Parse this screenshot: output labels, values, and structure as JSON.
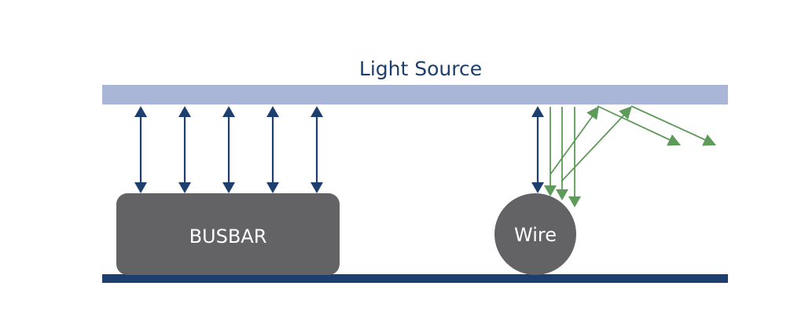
{
  "diagram": {
    "title": "Light Source",
    "labels": {
      "busbar": "BUSBAR",
      "wire": "Wire"
    },
    "colors": {
      "light_source": "#aab6d8",
      "substrate": "#1c3f6f",
      "object": "#636366",
      "direct_reflection": "#1c3f6f",
      "scattered_light": "#5e9a5a",
      "text": "#1e3f6e",
      "label_text": "#ffffff"
    },
    "busbar_reflections": 5,
    "wire_direct_reflections": 1,
    "wire_scattered_rays": 3
  }
}
